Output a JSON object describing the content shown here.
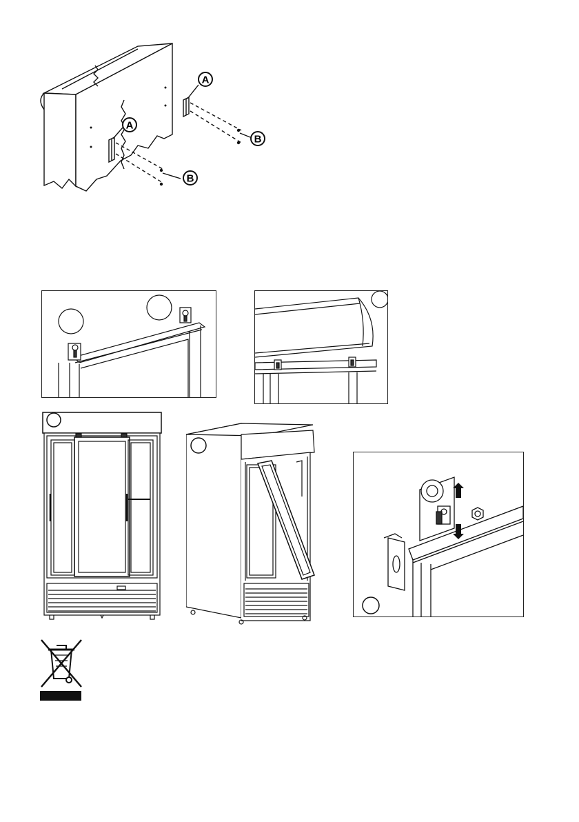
{
  "figure_top": {
    "callouts": {
      "a_upper": "A",
      "a_lower": "A",
      "b_upper": "B",
      "b_lower": "B"
    }
  },
  "panels": {
    "hinge_rail": {
      "markers": 2
    },
    "top_canopy": {
      "markers": 1
    },
    "front_view": {
      "markers": 1
    },
    "side_view": {
      "markers": 1
    },
    "roller_detail": {
      "markers": 1
    }
  },
  "weee": {
    "icon": "crossed-out-wheelie-bin-icon"
  }
}
